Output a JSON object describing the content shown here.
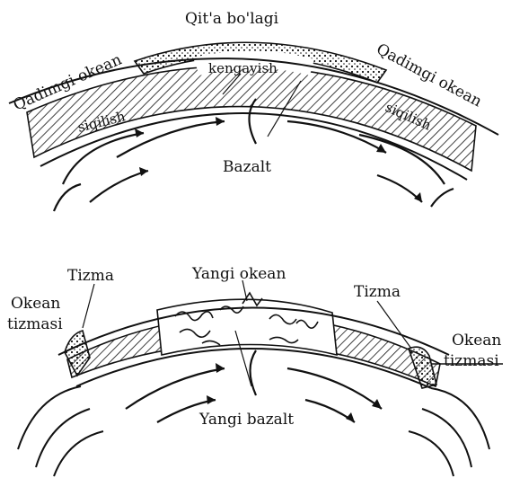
{
  "top_panel": {
    "continent_piece": "Qit'a bo'lagi",
    "ancient_ocean_left": "Qadimgi okean",
    "ancient_ocean_right": "Qadimgi okean",
    "extension": "kengayish",
    "compression_left": "siqilish",
    "compression_right": "siqilish",
    "basalt": "Bazalt"
  },
  "bottom_panel": {
    "ridge_left": "Tizma",
    "new_ocean": "Yangi okean",
    "ridge_right": "Tizma",
    "ocean_ridge_left_line1": "Okean",
    "ocean_ridge_left_line2": "tizmasi",
    "ocean_ridge_right_line1": "Okean",
    "ocean_ridge_right_line2": "tizmasi",
    "new_basalt": "Yangi bazalt"
  },
  "colors": {
    "ink": "#111111",
    "background": "#ffffff"
  }
}
